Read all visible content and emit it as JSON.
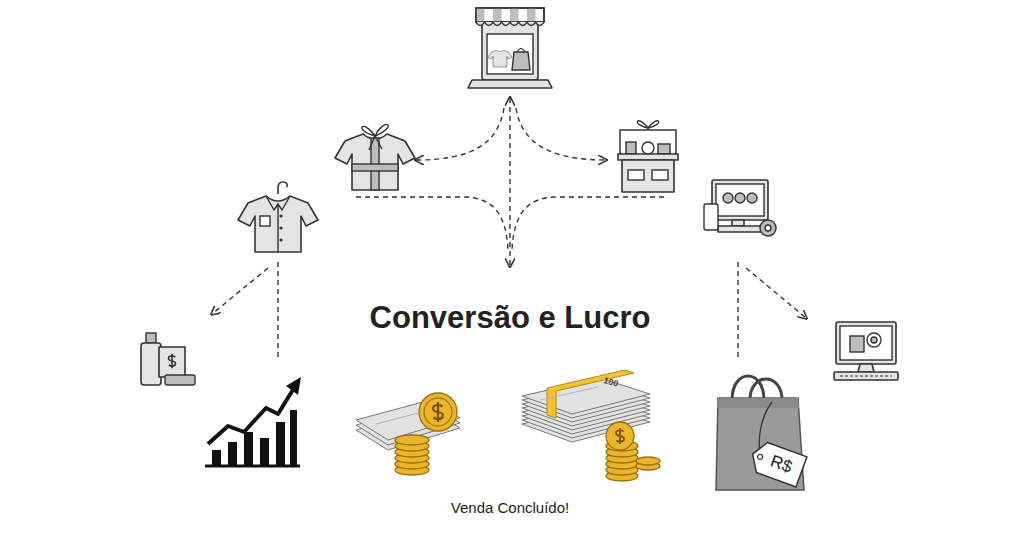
{
  "diagram": {
    "title": "Conversão e Lucro",
    "caption": "Venda Concluído!",
    "nodes": [
      {
        "text": [
          "R$"
        ]
      }
    ],
    "labels": [
      "100"
    ]
  }
}
